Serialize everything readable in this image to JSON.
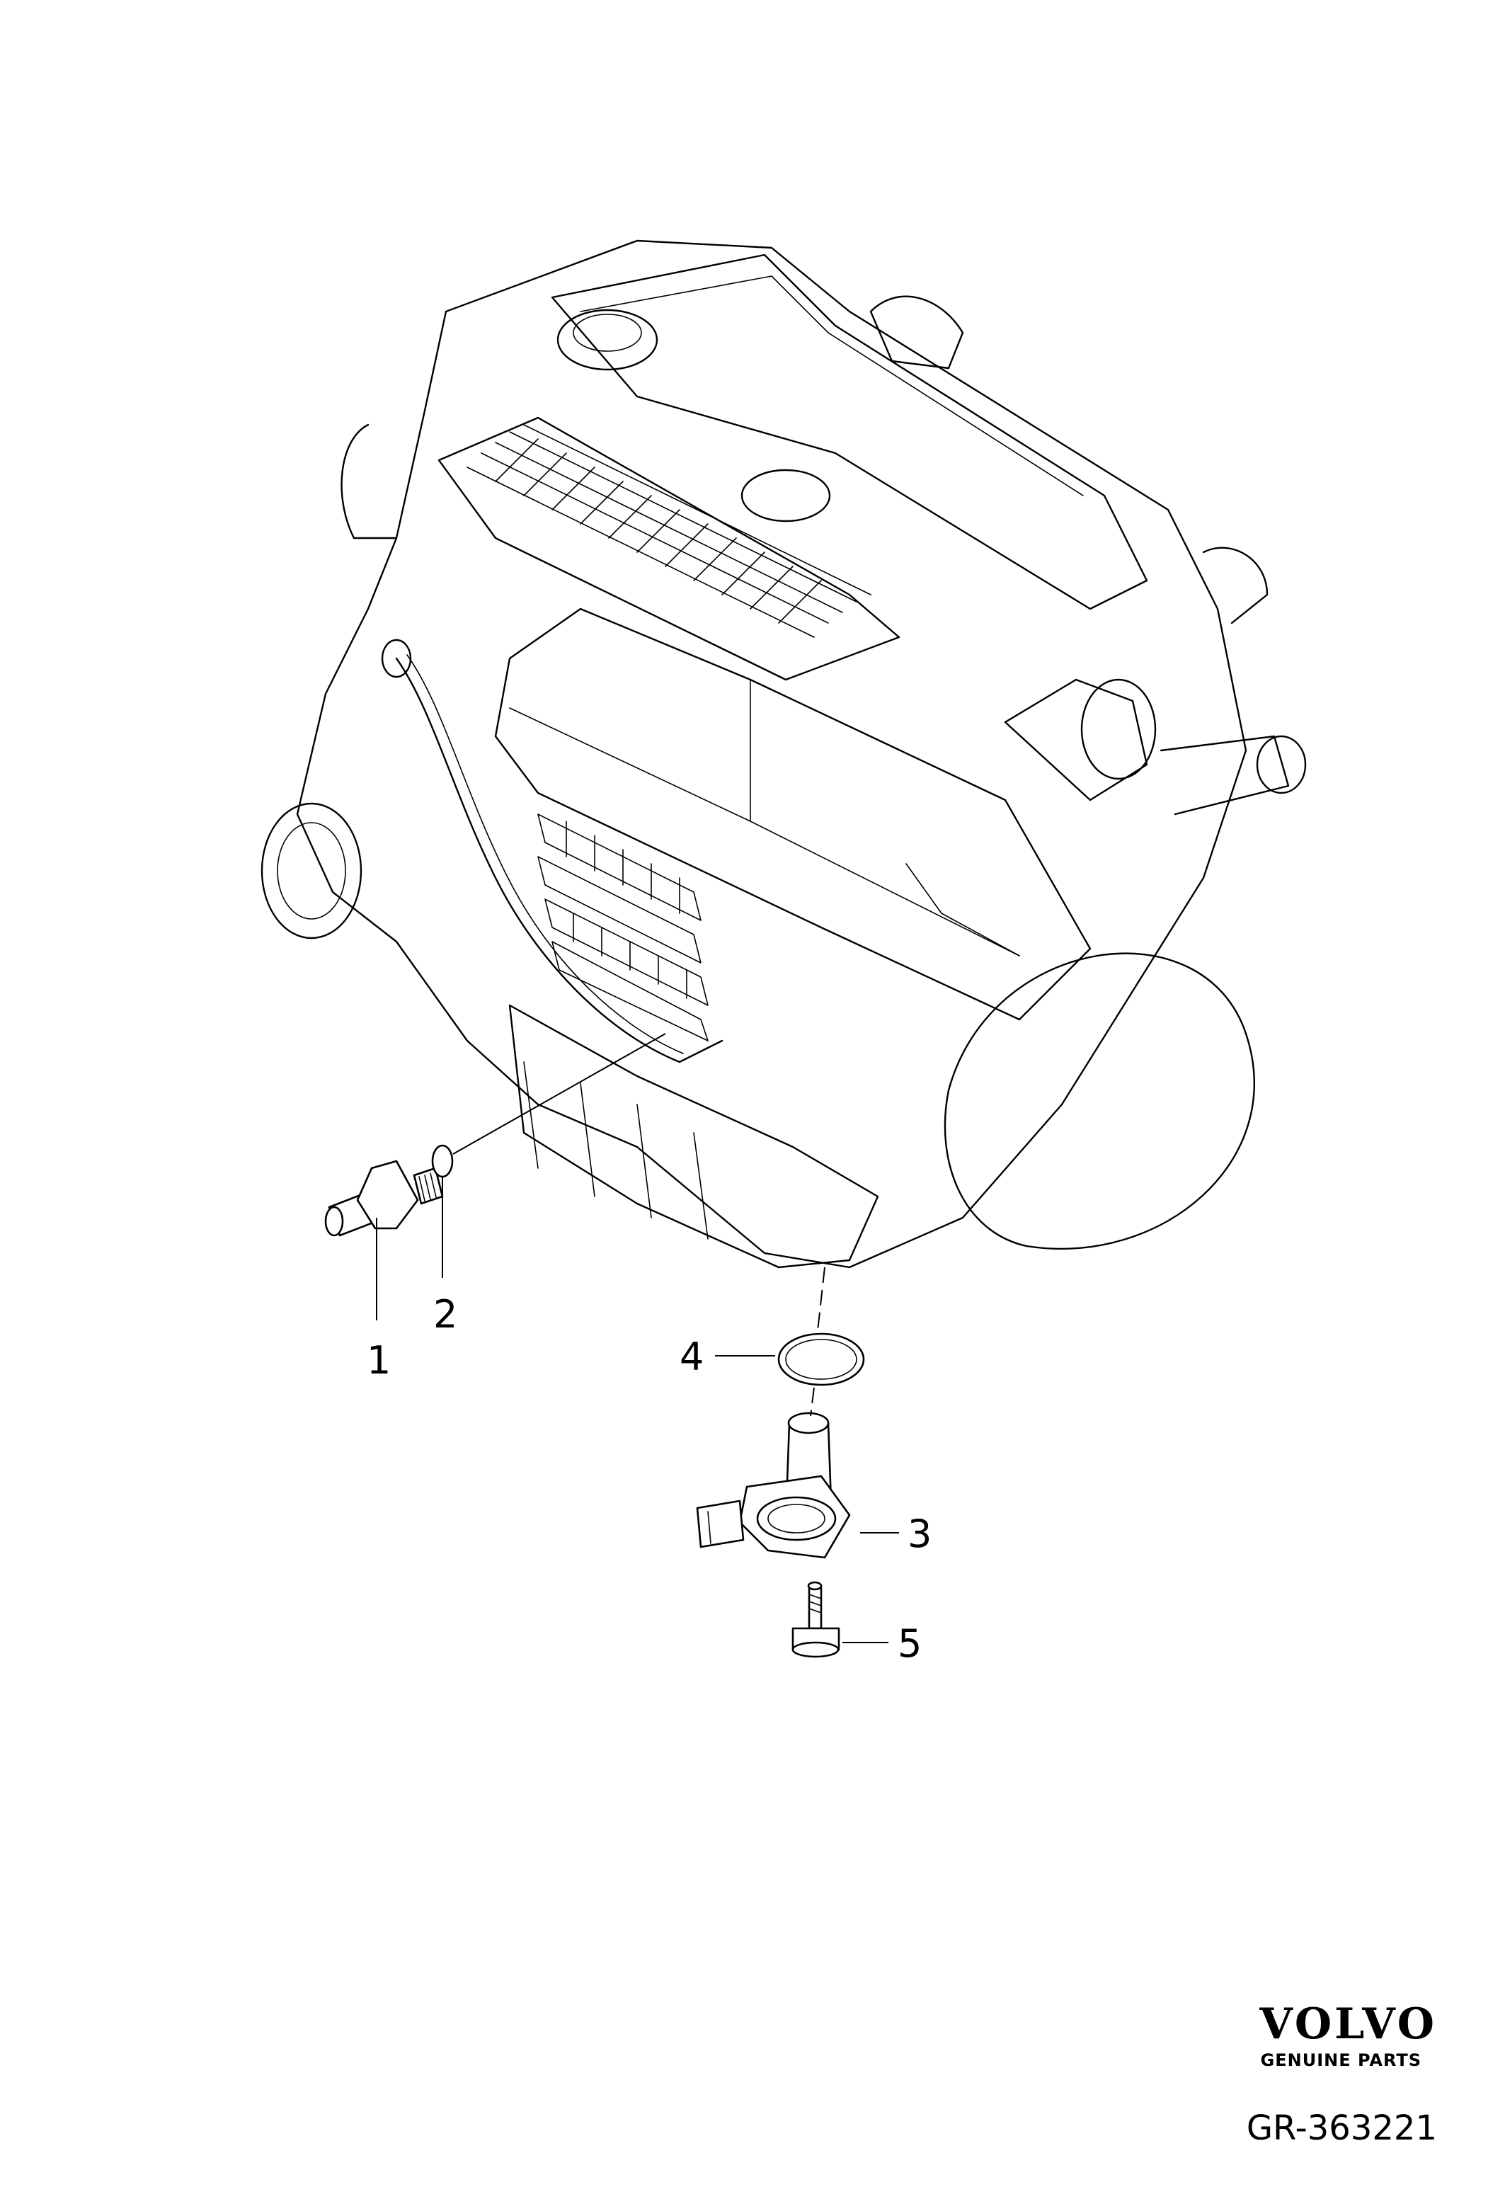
{
  "diagram": {
    "callouts": [
      {
        "id": "1",
        "label": "1"
      },
      {
        "id": "2",
        "label": "2"
      },
      {
        "id": "3",
        "label": "3"
      },
      {
        "id": "4",
        "label": "4"
      },
      {
        "id": "5",
        "label": "5"
      }
    ]
  },
  "branding": {
    "logo_text": "VOLVO",
    "logo_subtitle": "GENUINE PARTS",
    "reference": "GR-363221"
  }
}
